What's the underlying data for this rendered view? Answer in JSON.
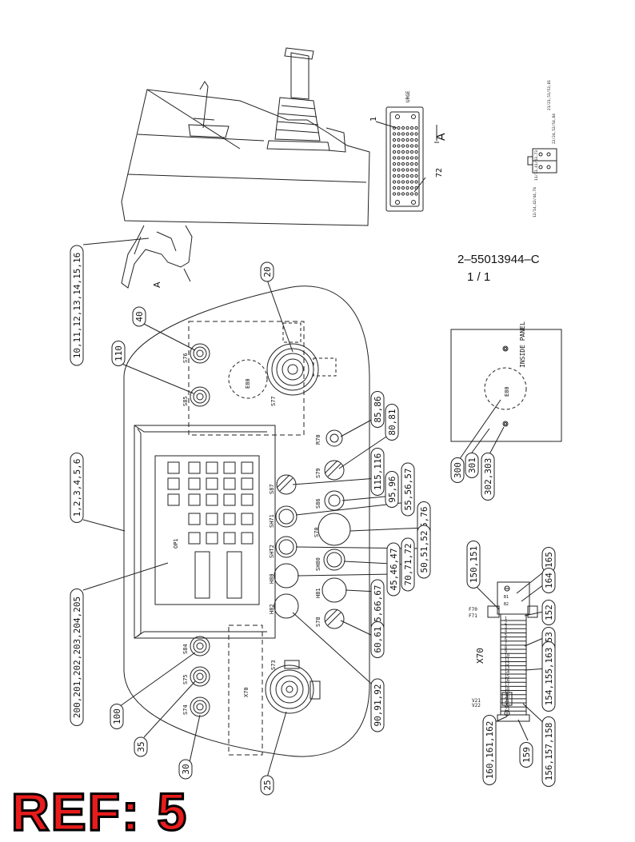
{
  "document": {
    "number": "2–55013944–C",
    "sheet": "1 /  1",
    "ref_stamp": "REF: 5"
  },
  "connector": {
    "title": "URGE",
    "pin_first": "1",
    "pin_last": "72",
    "view_letter": "A"
  },
  "section_marker": "A",
  "inside_panel_label": "INSIDE PANEL",
  "terminal_side_labels": [
    "12/14,42/44,74",
    "11/13,41/43,73",
    "22/24,52/54,84",
    "21/23,51/53,81"
  ],
  "components": [
    "S76",
    "S85",
    "E80",
    "S77",
    "R70",
    "S79",
    "S87",
    "S86",
    "SH71",
    "S70",
    "SHT2",
    "SH80",
    "H80",
    "H81",
    "H82",
    "S78",
    "OP1",
    "S84",
    "S75",
    "S74",
    "X70",
    "S73",
    "E80"
  ],
  "terminal_block": {
    "label": "X70",
    "fuses": [
      "F70",
      "F71"
    ],
    "ground_labels": [
      "V21",
      "V22"
    ],
    "top_marks": [
      "B1",
      "B2"
    ],
    "rows": [
      "1",
      "2",
      "3",
      "4",
      "5",
      "6",
      "7",
      "8",
      "9",
      "10",
      "11",
      "12",
      "13",
      "14",
      "15",
      "16",
      "17",
      "18",
      "19",
      "20",
      "21",
      "22",
      "23"
    ]
  },
  "callouts": [
    "10,11,12,13,14,15,16",
    "20",
    "40",
    "110",
    "1,2,3,4,5,6",
    "200,201,202,203,204,205",
    "100",
    "35",
    "30",
    "25",
    "85,86",
    "80,81",
    "115,116",
    "95,96",
    "55,56,57",
    "75,76",
    "50,51,52",
    "70,71,72",
    "45,46,47",
    "65,66,67",
    "60,61",
    "90,91,92",
    "300",
    "301",
    "302,303",
    "150,151",
    "165",
    "164",
    "152",
    "153",
    "154,155,163",
    "156,157,158",
    "159",
    "160,161,162"
  ]
}
